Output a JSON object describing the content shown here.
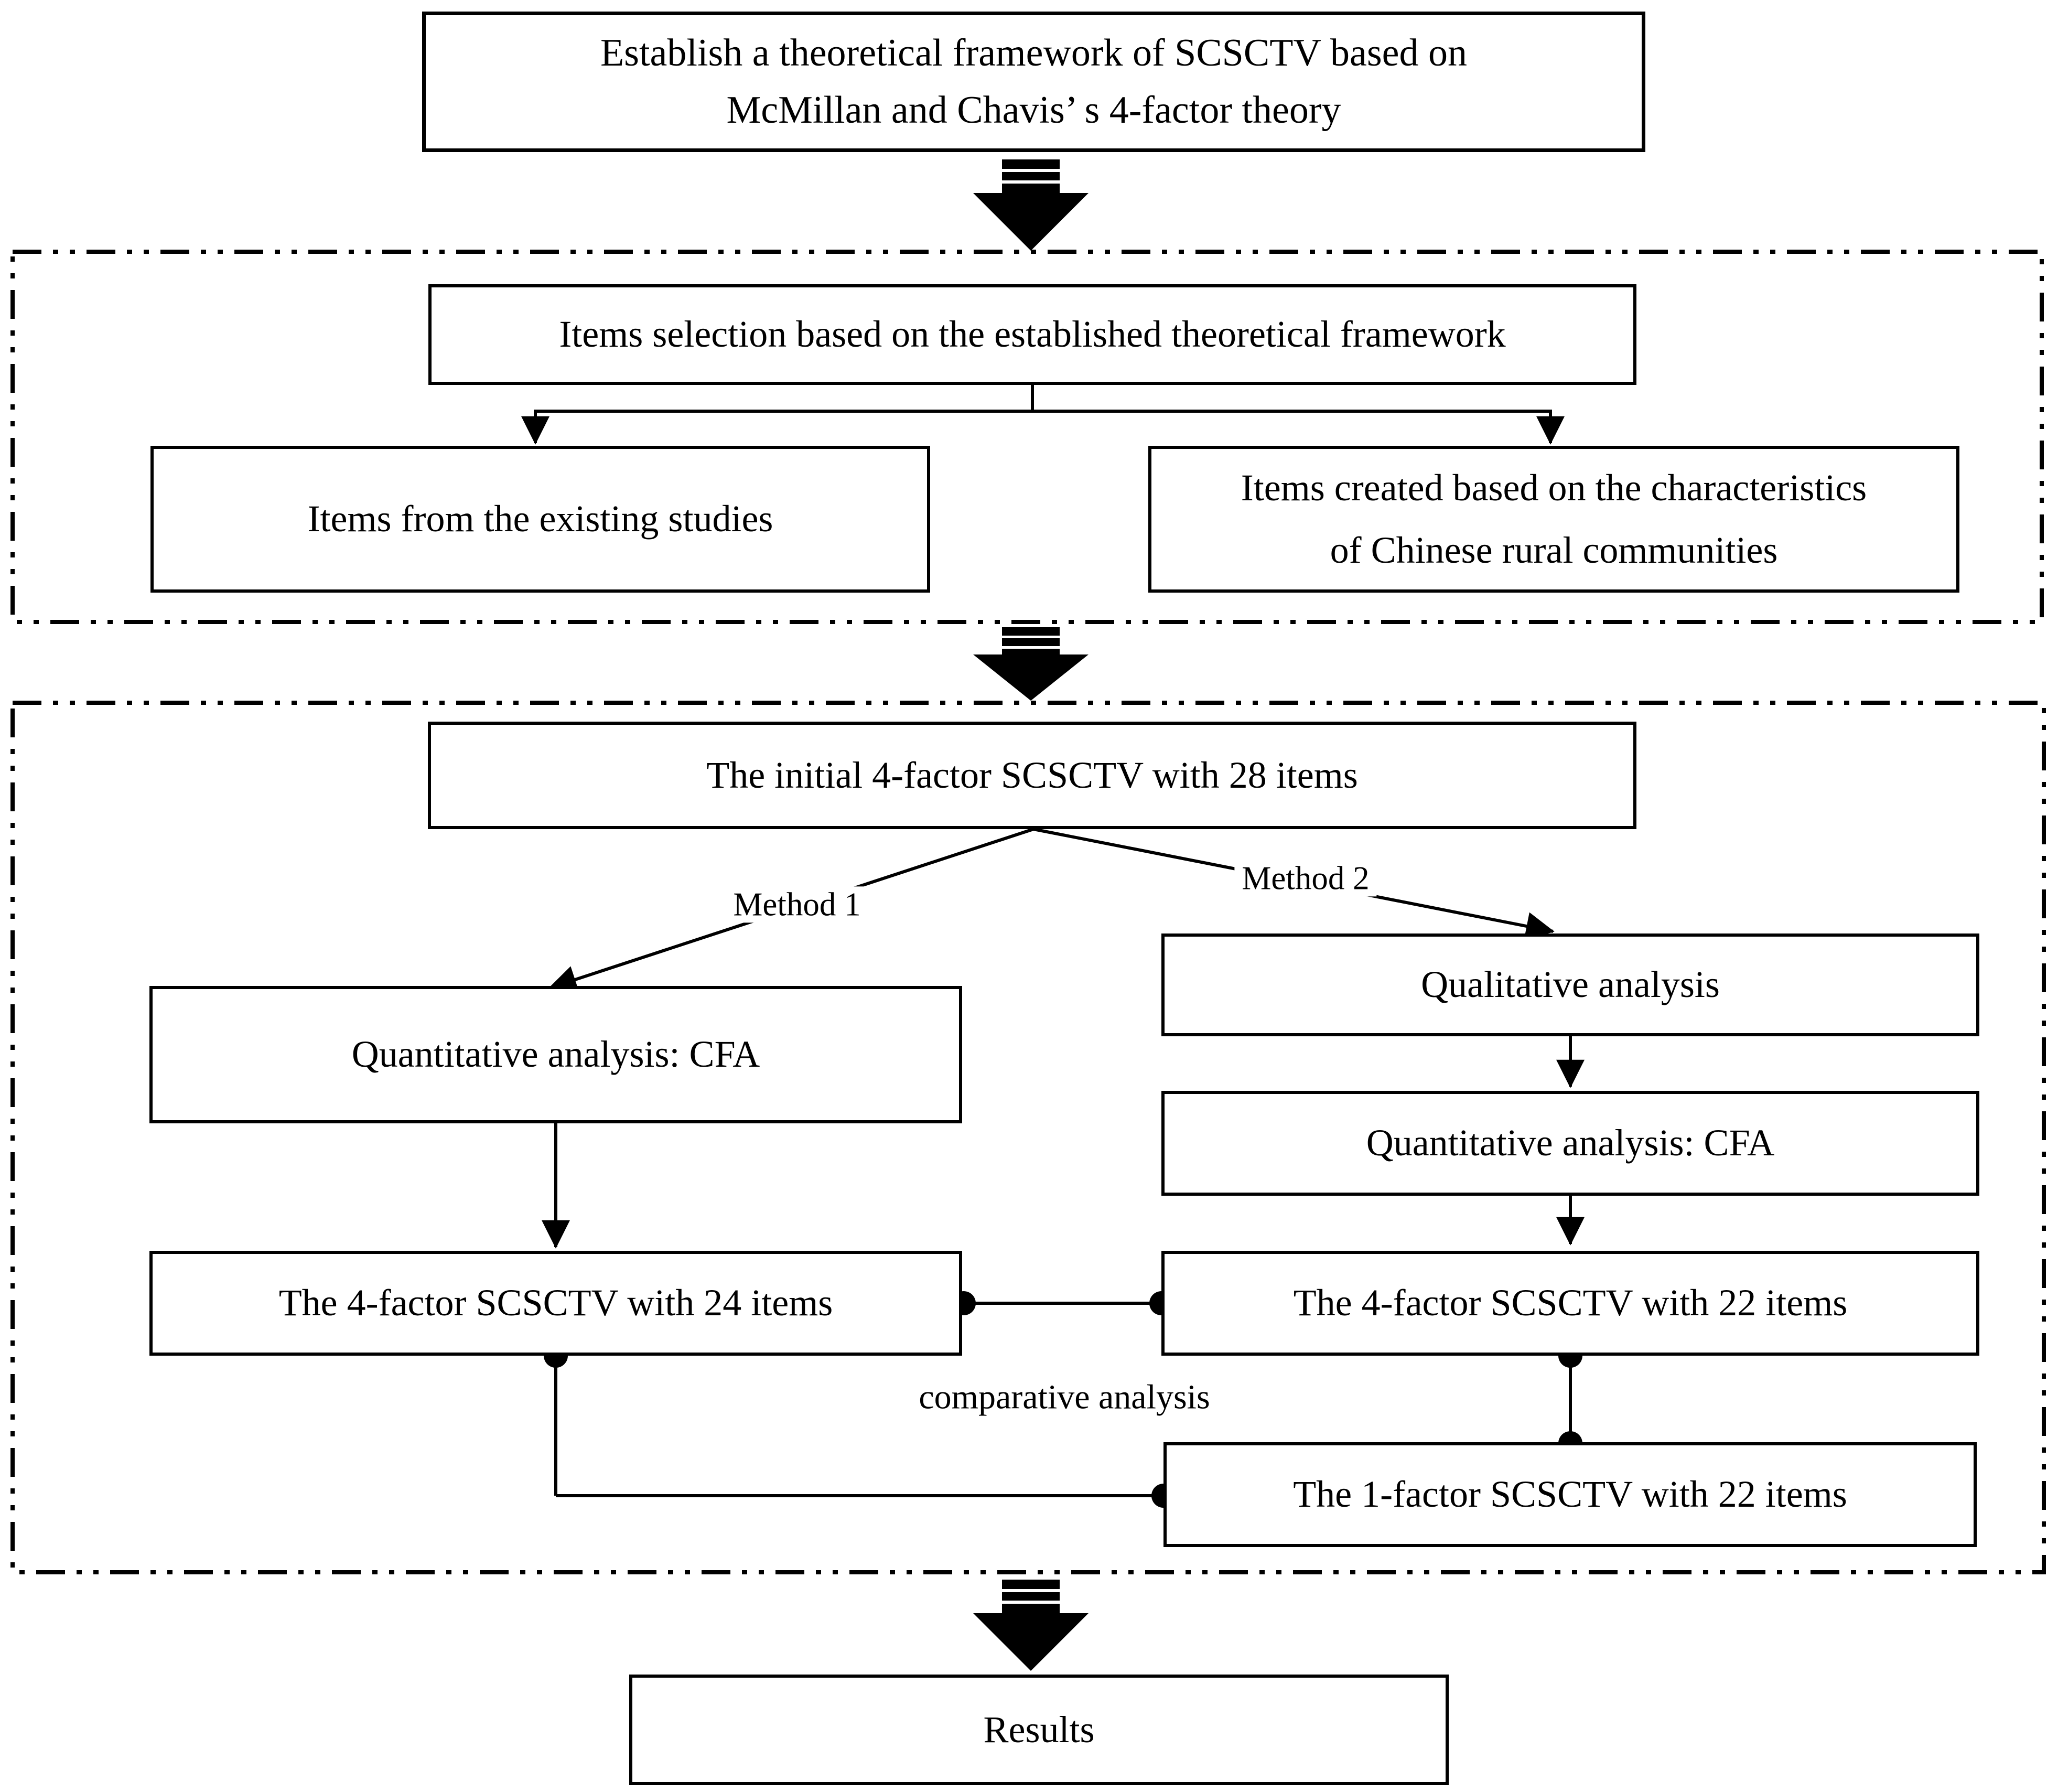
{
  "title": "SCSCTV development flowchart",
  "colors": {
    "line": "#000000",
    "background": "#ffffff",
    "box_fill": "#ffffff",
    "text": "#000000"
  },
  "nodes": {
    "establish": {
      "line1": "Establish a theoretical framework of SCSCTV based on",
      "line2": "McMillan and Chavis’ s 4-factor theory"
    },
    "items_selection": "Items selection based on the established theoretical framework",
    "items_existing": "Items from the existing studies",
    "items_created": {
      "line1": "Items created based on the characteristics",
      "line2": "of Chinese rural communities"
    },
    "initial": "The initial 4-factor SCSCTV with 28 items",
    "method1": "Method 1",
    "method2": "Method 2",
    "quant_left": "Quantitative analysis: CFA",
    "qual_right": "Qualitative analysis",
    "quant_right": "Quantitative analysis: CFA",
    "factor24": "The 4-factor SCSCTV with 24 items",
    "factor22": "The 4-factor SCSCTV with 22 items",
    "comparative": "comparative analysis",
    "factor1": "The 1-factor SCSCTV with 22 items",
    "results": "Results"
  }
}
